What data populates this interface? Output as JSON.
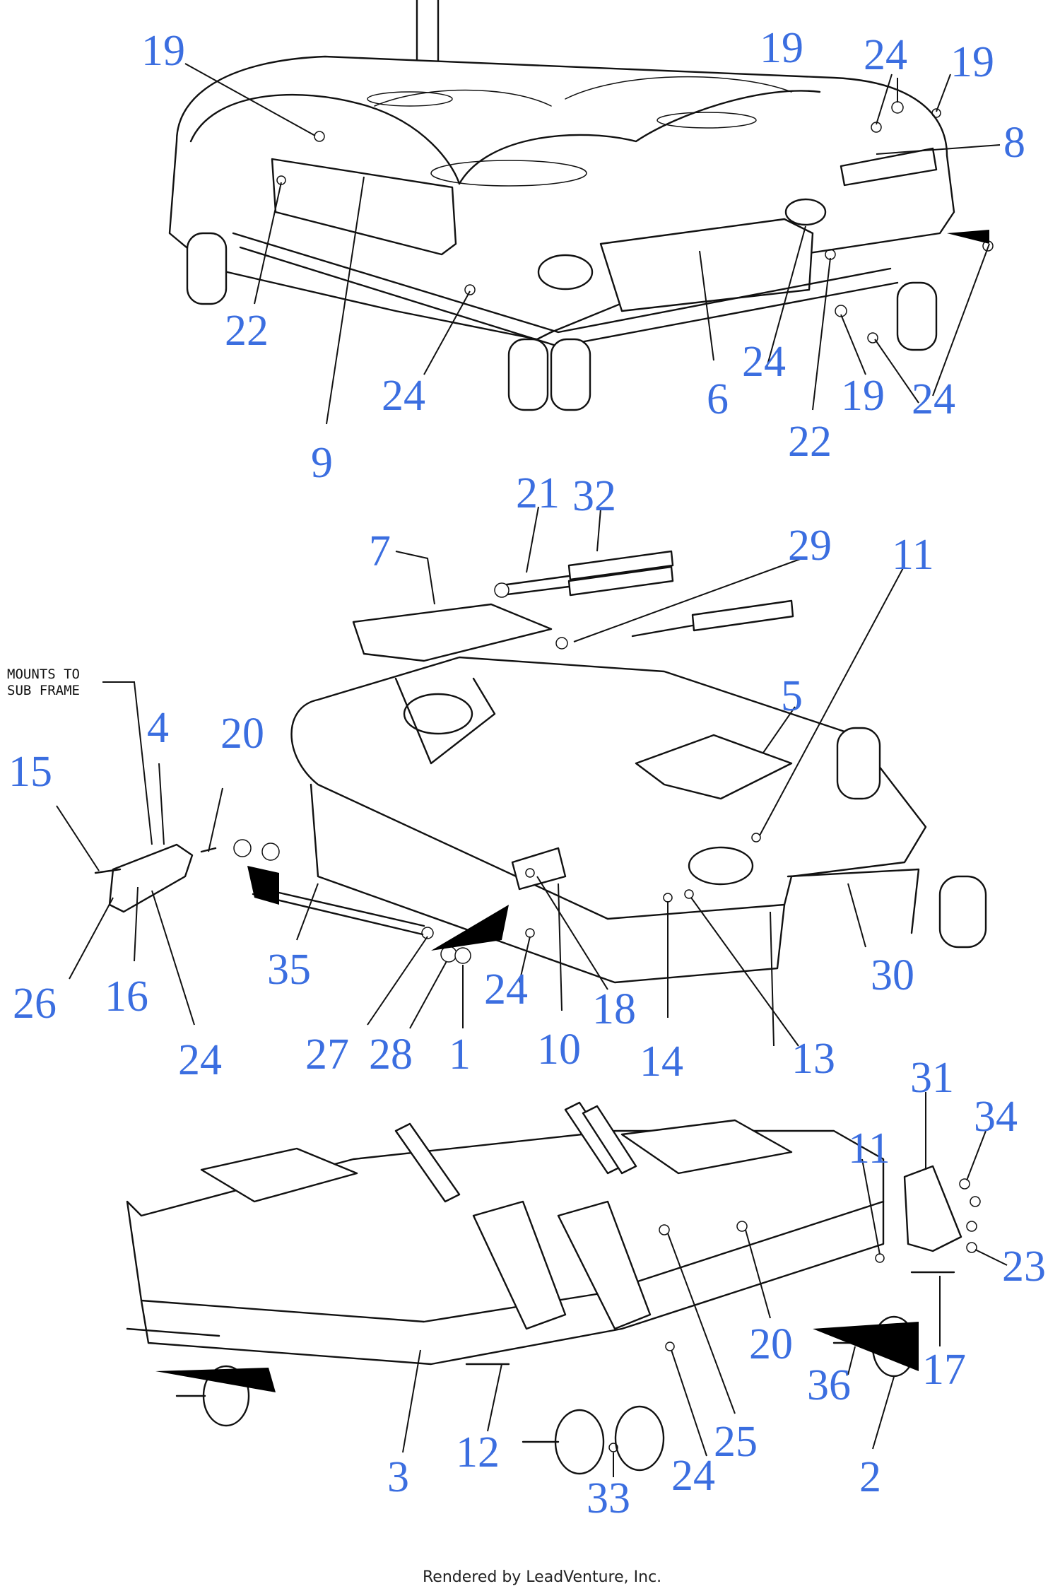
{
  "colors": {
    "callout": "#3b6ee0",
    "line": "#111111",
    "background": "#ffffff"
  },
  "note": {
    "line1": "MOUNTS TO",
    "line2": "SUB FRAME"
  },
  "footer": "Rendered by LeadVenture, Inc.",
  "callouts": {
    "top": [
      "19",
      "22",
      "9",
      "24",
      "6",
      "24",
      "22",
      "19",
      "24",
      "8",
      "19",
      "24",
      "19"
    ],
    "middle": [
      "21",
      "32",
      "29",
      "11",
      "7",
      "5",
      "20",
      "4",
      "15",
      "26",
      "16",
      "24",
      "35",
      "27",
      "28",
      "1",
      "24",
      "10",
      "18",
      "14",
      "13",
      "30"
    ],
    "bottom": [
      "31",
      "34",
      "11",
      "23",
      "17",
      "2",
      "36",
      "20",
      "25",
      "24",
      "33",
      "12",
      "3"
    ]
  }
}
